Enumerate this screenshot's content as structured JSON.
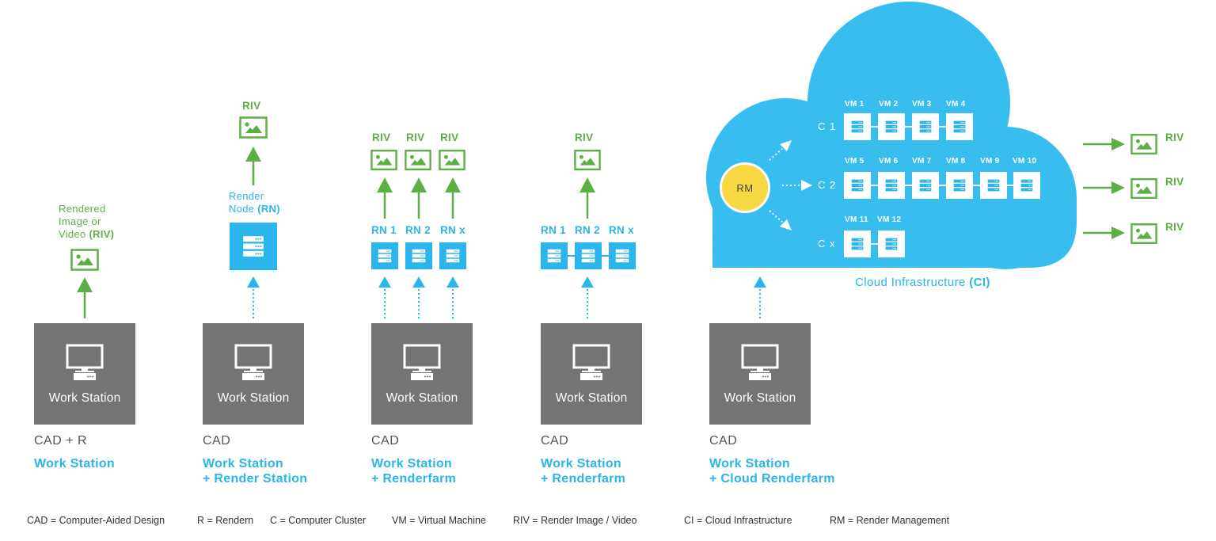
{
  "colors": {
    "workstation_gray": "#747474",
    "render_blue": "#2ab5ec",
    "output_green": "#5ab043",
    "rm_yellow": "#f6d843",
    "text_gray": "#555555"
  },
  "columns": [
    {
      "workstation_label": "Work Station",
      "setup": "CAD + R",
      "title_line1": "Work Station",
      "title_line2": "",
      "output_label_line1": "Rendered",
      "output_label_line2": "Image or",
      "output_label_line3": "Video ",
      "output_label_abbr": "(RIV)"
    },
    {
      "workstation_label": "Work Station",
      "setup": "CAD",
      "title_line1": "Work Station",
      "title_line2": "+ Render Station",
      "riv_label": "RIV",
      "node_label_line1": "Render",
      "node_label_line2": "Node ",
      "node_label_abbr": "(RN)"
    },
    {
      "workstation_label": "Work Station",
      "setup": "CAD",
      "title_line1": "Work Station",
      "title_line2": "+ Renderfarm",
      "riv_labels": [
        "RIV",
        "RIV",
        "RIV"
      ],
      "node_labels": [
        "RN 1",
        "RN 2",
        "RN x"
      ]
    },
    {
      "workstation_label": "Work Station",
      "setup": "CAD",
      "title_line1": "Work Station",
      "title_line2": "+ Renderfarm",
      "riv_label": "RIV",
      "node_labels": [
        "RN 1",
        "RN 2",
        "RN x"
      ]
    },
    {
      "workstation_label": "Work Station",
      "setup": "CAD",
      "title_line1": "Work Station",
      "title_line2": "+ Cloud Renderfarm"
    }
  ],
  "cloud": {
    "manager_label": "RM",
    "caption": "Cloud Infrastructure ",
    "caption_abbr": "(CI)",
    "clusters": [
      {
        "label": "C 1",
        "vms": [
          "VM 1",
          "VM 2",
          "VM 3",
          "VM 4"
        ]
      },
      {
        "label": "C 2",
        "vms": [
          "VM 5",
          "VM 6",
          "VM 7",
          "VM 8",
          "VM 9",
          "VM 10"
        ]
      },
      {
        "label": "C x",
        "vms": [
          "VM 11",
          "VM 12"
        ]
      }
    ],
    "outputs": [
      "RIV",
      "RIV",
      "RIV"
    ]
  },
  "legend": [
    "CAD = Computer-Aided Design",
    "R = Rendern",
    "C = Computer Cluster",
    "VM = Virtual Machine",
    "RIV = Render Image / Video",
    "CI = Cloud Infrastructure",
    "RM = Render Management"
  ]
}
